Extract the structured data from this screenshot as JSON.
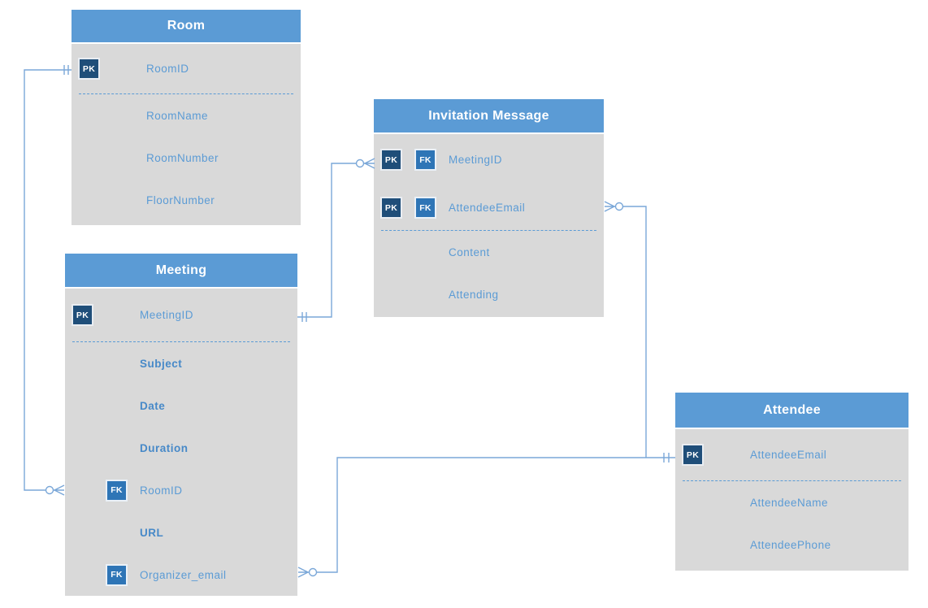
{
  "diagram": {
    "type": "entity-relationship",
    "notation": "crow's foot"
  },
  "colors": {
    "header_blue": "#5b9bd5",
    "body_gray": "#d9d9d9",
    "pk_badge": "#1f4e79",
    "fk_badge": "#2e75b6",
    "field_text": "#5b9bd5",
    "required_field_text": "#4789c8",
    "connector_line": "#7aa7d8",
    "header_text": "#ffffff"
  },
  "badge_labels": {
    "pk": "PK",
    "fk": "FK"
  },
  "entities": {
    "room": {
      "title": "Room",
      "fields": [
        {
          "name": "RoomID",
          "pk": true
        },
        {
          "name": "RoomName"
        },
        {
          "name": "RoomNumber"
        },
        {
          "name": "FloorNumber"
        }
      ]
    },
    "meeting": {
      "title": "Meeting",
      "fields": [
        {
          "name": "MeetingID",
          "pk": true
        },
        {
          "name": "Subject",
          "required": true
        },
        {
          "name": "Date",
          "required": true
        },
        {
          "name": "Duration",
          "required": true
        },
        {
          "name": "RoomID",
          "fk": true
        },
        {
          "name": "URL",
          "required": true
        },
        {
          "name": "Organizer_email",
          "fk": true
        }
      ]
    },
    "invitation_message": {
      "title": "Invitation Message",
      "fields": [
        {
          "name": "MeetingID",
          "pk": true,
          "fk": true
        },
        {
          "name": "AttendeeEmail",
          "pk": true,
          "fk": true
        },
        {
          "name": "Content"
        },
        {
          "name": "Attending"
        }
      ]
    },
    "attendee": {
      "title": "Attendee",
      "fields": [
        {
          "name": "AttendeeEmail",
          "pk": true
        },
        {
          "name": "AttendeeName"
        },
        {
          "name": "AttendeePhone"
        }
      ]
    }
  },
  "relationships": [
    {
      "from": "Room.RoomID",
      "to": "Meeting.RoomID",
      "from_cardinality": "one-and-only-one",
      "to_cardinality": "zero-or-many"
    },
    {
      "from": "Meeting.MeetingID",
      "to": "Invitation Message.MeetingID",
      "from_cardinality": "one-and-only-one",
      "to_cardinality": "zero-or-many"
    },
    {
      "from": "Attendee.AttendeeEmail",
      "to": "Invitation Message.AttendeeEmail",
      "from_cardinality": "one-and-only-one",
      "to_cardinality": "zero-or-many"
    },
    {
      "from": "Attendee.AttendeeEmail",
      "to": "Meeting.Organizer_email",
      "from_cardinality": "one-and-only-one",
      "to_cardinality": "zero-or-many"
    }
  ]
}
